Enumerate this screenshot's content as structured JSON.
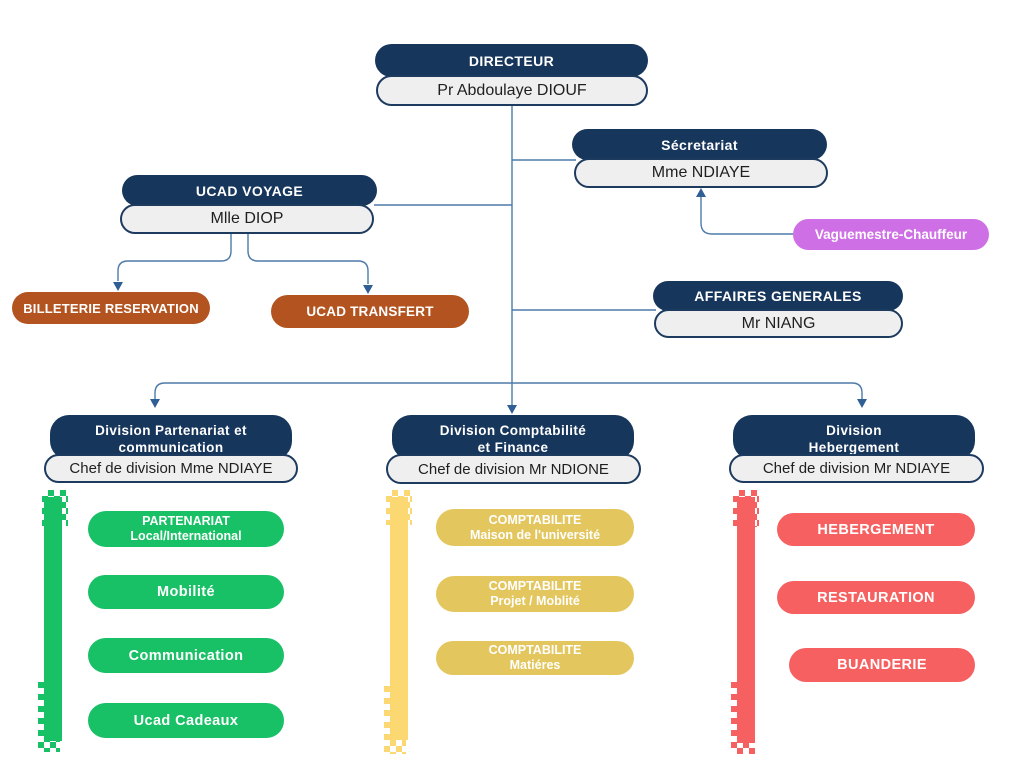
{
  "colors": {
    "navy": "#17365c",
    "node_fill": "#efeff0",
    "connector_line": "#4d7aa9",
    "brown": "#b35420",
    "purple": "#cf6fe5",
    "green": "#18c166",
    "gold": "#e3c65e",
    "gold_light": "#fcd873",
    "red": "#f76060"
  },
  "nodes": {
    "directeur": {
      "title": "DIRECTEUR",
      "person": "Pr Abdoulaye DIOUF"
    },
    "secretariat": {
      "title": "Sécretariat",
      "person": "Mme NDIAYE"
    },
    "ucad_voyage": {
      "title": "UCAD VOYAGE",
      "person": "Mlle DIOP"
    },
    "vaguemestre": {
      "label": "Vaguemestre-Chauffeur"
    },
    "billeterie": {
      "label": "BILLETERIE RESERVATION"
    },
    "transfert": {
      "label": "UCAD TRANSFERT"
    },
    "affaires": {
      "title": "AFFAIRES GENERALES",
      "person": "Mr NIANG"
    }
  },
  "divisions": [
    {
      "title_line1": "Division Partenariat et",
      "title_line2": "communication",
      "chef": "Chef de division Mme NDIAYE",
      "items": [
        {
          "line1": "PARTENARIAT",
          "line2": "Local/International"
        },
        {
          "line1": "Mobilité",
          "line2": ""
        },
        {
          "line1": "Communication",
          "line2": ""
        },
        {
          "line1": "Ucad Cadeaux",
          "line2": ""
        }
      ]
    },
    {
      "title_line1": "Division Comptabilité",
      "title_line2": "et Finance",
      "chef": "Chef de division Mr NDIONE",
      "items": [
        {
          "line1": "COMPTABILITE",
          "line2": "Maison de l'université"
        },
        {
          "line1": "COMPTABILITE",
          "line2": "Projet / Moblité"
        },
        {
          "line1": "COMPTABILITE",
          "line2": "Matiéres"
        }
      ]
    },
    {
      "title_line1": "Division",
      "title_line2": "Hebergement",
      "chef": "Chef de division Mr NDIAYE",
      "items": [
        {
          "line1": "HEBERGEMENT",
          "line2": ""
        },
        {
          "line1": "RESTAURATION",
          "line2": ""
        },
        {
          "line1": "BUANDERIE",
          "line2": ""
        }
      ]
    }
  ]
}
